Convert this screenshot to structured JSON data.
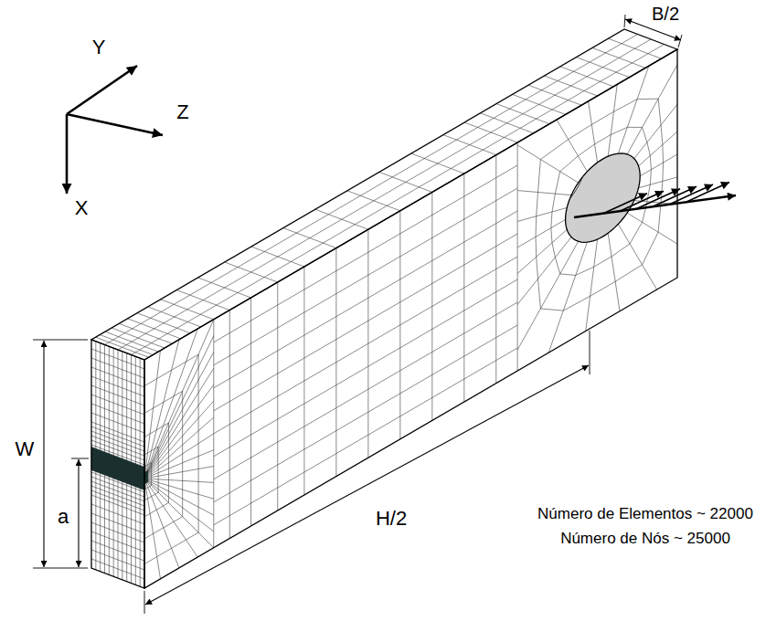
{
  "diagram": {
    "labels": [
      "Y",
      "Z",
      "X",
      "B/2",
      "W",
      "a",
      "H/2",
      "Número de Elementos ~ 22000",
      "Número de Nós ~ 25000"
    ]
  }
}
